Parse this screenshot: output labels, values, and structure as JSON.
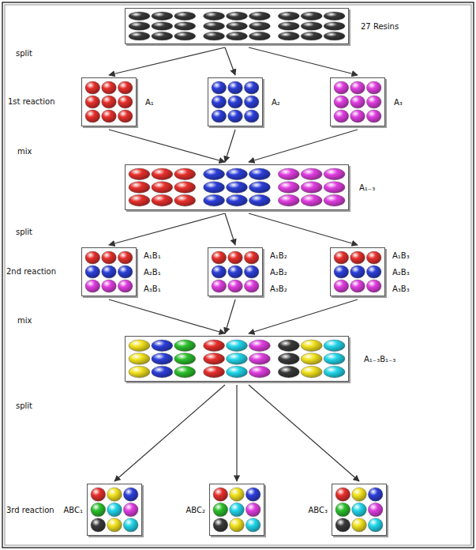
{
  "diagram": {
    "nodes": [
      {
        "text": [
          "27 Resins"
        ]
      },
      {
        "text": [
          "A₁"
        ]
      },
      {
        "text": [
          "A₂"
        ]
      },
      {
        "text": [
          "A₃"
        ]
      },
      {
        "text": [
          "A₁₋₃"
        ]
      },
      {
        "text": [
          "A₁B₁",
          "A₂B₁",
          "A₃B₁"
        ]
      },
      {
        "text": [
          "A₁B₂",
          "A₂B₂",
          "A₃B₂"
        ]
      },
      {
        "text": [
          "A₁B₃",
          "A₂B₃",
          "A₃B₃"
        ]
      },
      {
        "text": [
          "A₁₋₃B₁₋₃"
        ]
      },
      {
        "text": [
          "ABC₁"
        ]
      },
      {
        "text": [
          "ABC₂"
        ]
      },
      {
        "text": [
          "ABC₃"
        ]
      }
    ],
    "edges": [
      {
        "from": 0,
        "to": 1,
        "arrow": "to"
      },
      {
        "from": 0,
        "to": 2,
        "arrow": "to"
      },
      {
        "from": 0,
        "to": 3,
        "arrow": "to"
      },
      {
        "from": 1,
        "to": 4,
        "arrow": "to"
      },
      {
        "from": 2,
        "to": 4,
        "arrow": "to"
      },
      {
        "from": 3,
        "to": 4,
        "arrow": "to"
      },
      {
        "from": 4,
        "to": 5,
        "arrow": "to"
      },
      {
        "from": 4,
        "to": 6,
        "arrow": "to"
      },
      {
        "from": 4,
        "to": 7,
        "arrow": "to"
      },
      {
        "from": 5,
        "to": 8,
        "arrow": "to"
      },
      {
        "from": 6,
        "to": 8,
        "arrow": "to"
      },
      {
        "from": 7,
        "to": 8,
        "arrow": "to"
      },
      {
        "from": 8,
        "to": 9,
        "arrow": "to"
      },
      {
        "from": 8,
        "to": 10,
        "arrow": "to"
      },
      {
        "from": 8,
        "to": 11,
        "arrow": "to"
      }
    ],
    "labels": [
      "split",
      "1st reaction",
      "mix",
      "split",
      "2nd reaction",
      "mix",
      "split",
      "3rd reaction"
    ]
  }
}
